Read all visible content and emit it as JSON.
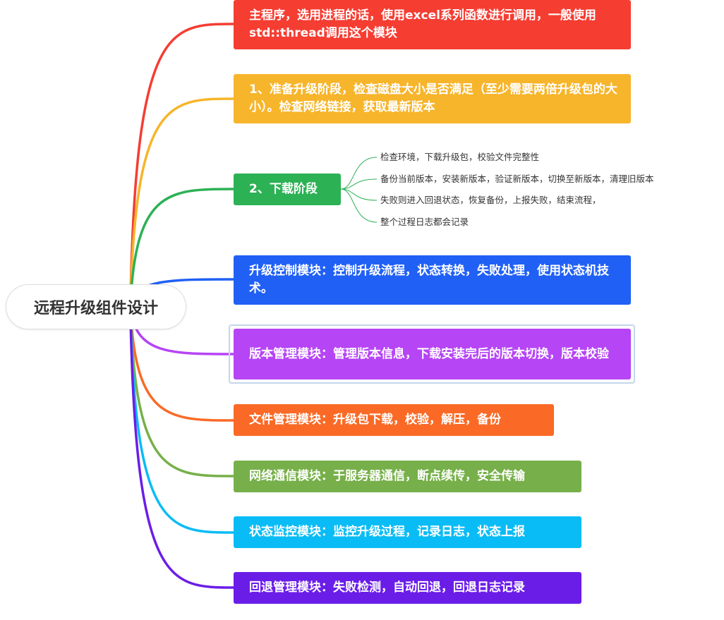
{
  "root": {
    "label": "远程升级组件设计"
  },
  "nodes": [
    {
      "id": "main-program",
      "label": "主程序，选用进程的话，使用excel系列函数进行调用，一般使用std::thread调用这个模块",
      "color": "#f53d32"
    },
    {
      "id": "prepare-stage",
      "label": "1、准备升级阶段，检查磁盘大小是否满足（至少需要两倍升级包的大小）。检查网络链接，获取最新版本",
      "color": "#f7b52b"
    },
    {
      "id": "download-stage",
      "label": "2、下载阶段",
      "color": "#2db155"
    },
    {
      "id": "upgrade-control",
      "label": "升级控制模块：控制升级流程，状态转换，失败处理，使用状态机技术。",
      "color": "#2060f5"
    },
    {
      "id": "version-management",
      "label": "版本管理模块：管理版本信息，下载安装完后的版本切换，版本校验",
      "color": "#b645f5"
    },
    {
      "id": "file-management",
      "label": "文件管理模块：升级包下载，校验，解压，备份",
      "color": "#fa6a26"
    },
    {
      "id": "network-communication",
      "label": "网络通信模块：于服务器通信，断点续传，安全传输",
      "color": "#77b04a"
    },
    {
      "id": "status-monitor",
      "label": "状态监控模块：监控升级过程，记录日志，状态上报",
      "color": "#0abcf5"
    },
    {
      "id": "rollback-management",
      "label": "回退管理模块：失败检测，自动回退，回退日志记录",
      "color": "#6b1de8"
    }
  ],
  "download_children": [
    "检查环境，下载升级包，校验文件完整性",
    "备份当前版本，安装新版本，验证新版本，切换至新版本，清理旧版本",
    "失败则进入回退状态，恢复备份，上报失败，结束流程，",
    "整个过程日志都会记录"
  ],
  "colors": {
    "leaf_link": "#2db155",
    "selection_frame": "#c4d6ea"
  }
}
